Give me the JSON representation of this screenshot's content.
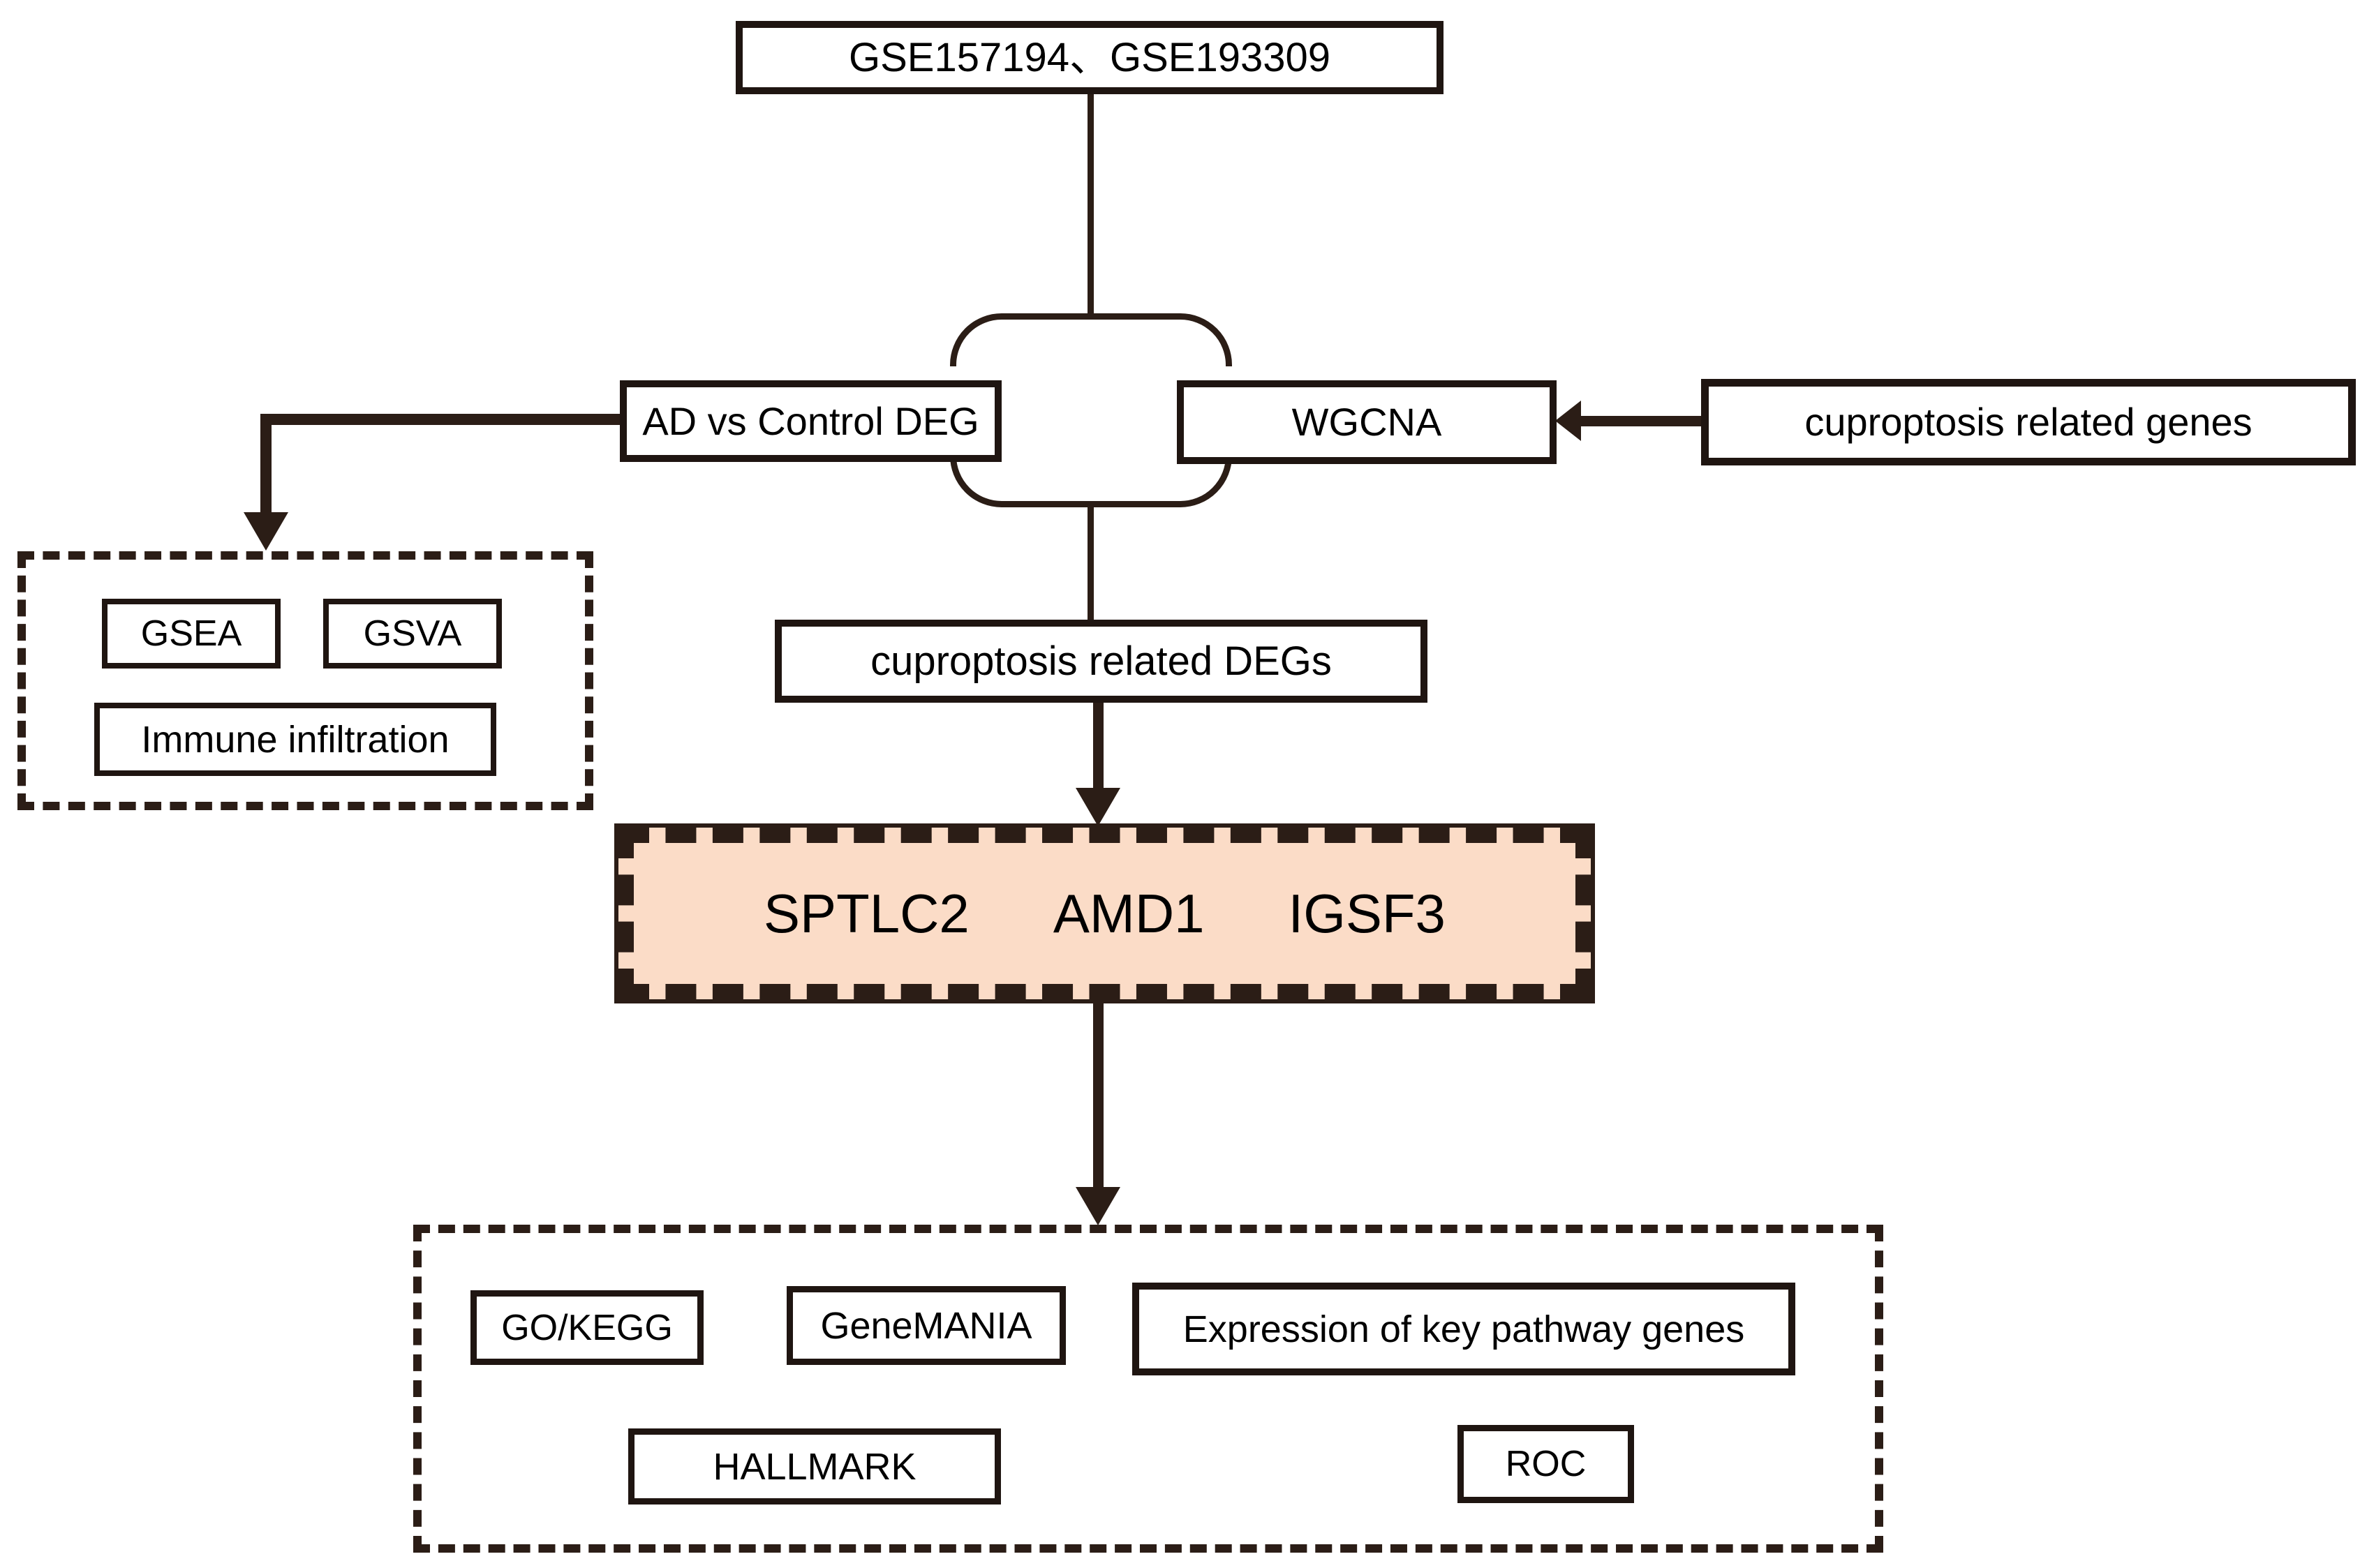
{
  "colors": {
    "background": "#ffffff",
    "line": "#2b1d16",
    "box_border": "#1f1511",
    "highlight_fill": "#fbdcc7",
    "text": "#000000"
  },
  "nodes": {
    "datasets": "GSE157194、GSE193309",
    "ad_vs_control": "AD vs Control DEG",
    "wgcna": "WGCNA",
    "cuproptosis_genes": "cuproptosis related genes",
    "cuproptosis_degs": "cuproptosis related DEGs",
    "enrichment_group": {
      "gsea": "GSEA",
      "gsva": "GSVA",
      "immune": "Immune infiltration"
    },
    "key_genes": [
      "SPTLC2",
      "AMD1",
      "IGSF3"
    ],
    "downstream_group": {
      "go_kegg": "GO/KEGG",
      "genemania": "GeneMANIA",
      "expression": "Expression of key pathway genes",
      "hallmark": "HALLMARK",
      "roc": "ROC"
    }
  }
}
